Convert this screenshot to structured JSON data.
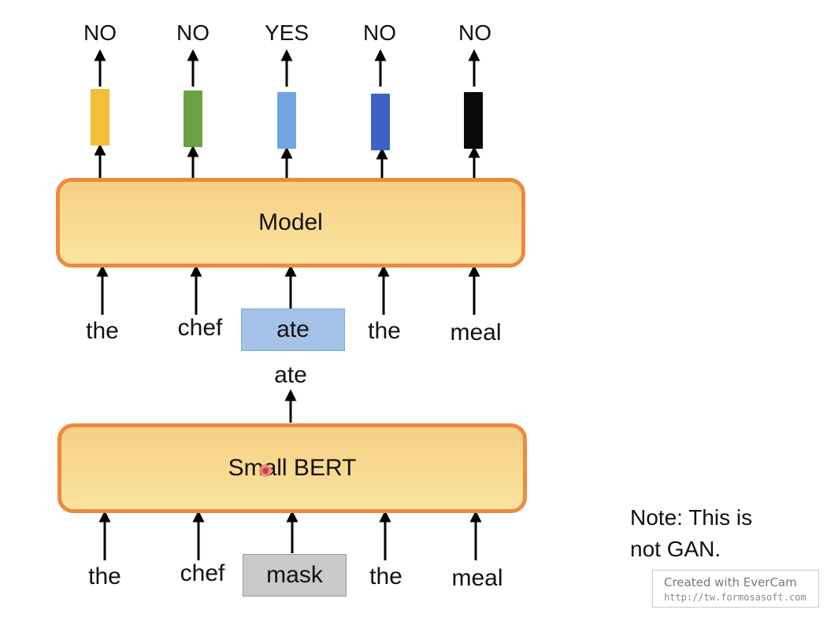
{
  "outputs": [
    "NO",
    "NO",
    "YES",
    "NO",
    "NO"
  ],
  "vector_colors": [
    "#f2be3c",
    "#6aa142",
    "#6fa5e0",
    "#3b62c4",
    "#0a0a0a"
  ],
  "model": {
    "label": "Model"
  },
  "model_inputs": [
    "the",
    "chef",
    "ate",
    "the",
    "meal"
  ],
  "generator_output": "ate",
  "small_bert": {
    "label": "Small BERT"
  },
  "bert_inputs": [
    "the",
    "chef",
    "mask",
    "the",
    "meal"
  ],
  "note": {
    "line1": "Note: This is",
    "line2": "not GAN."
  },
  "watermark": {
    "line1": "Created with EverCam",
    "line2": "http://tw.formosasoft.com"
  }
}
